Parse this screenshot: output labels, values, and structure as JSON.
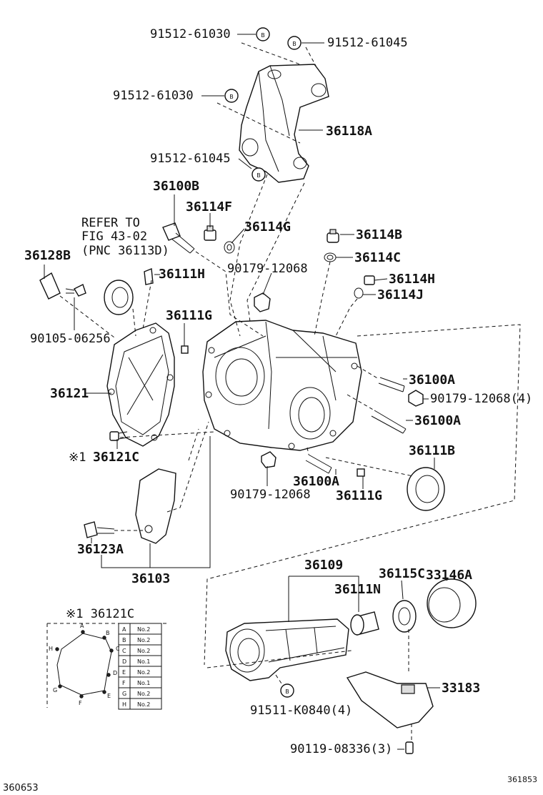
{
  "callouts": {
    "c_91512_61030_top": "91512-61030",
    "c_91512_61045_top": "91512-61045",
    "c_91512_61030_mid": "91512-61030",
    "c_36118A": "36118A",
    "c_91512_61045_low": "91512-61045",
    "c_36100B": "36100B",
    "c_36114F": "36114F",
    "c_36114G": "36114G",
    "c_36114B": "36114B",
    "c_refer1": "REFER TO",
    "c_refer2": "FIG 43-02",
    "c_refer3": "(PNC 36113D)",
    "c_36128B": "36128B",
    "c_36111H": "36111H",
    "c_90179_12068_a": "90179-12068",
    "c_36114C": "36114C",
    "c_36114H": "36114H",
    "c_36114J": "36114J",
    "c_90105_06256": "90105-06256",
    "c_36111G_a": "36111G",
    "c_36121": "36121",
    "c_36100A_a": "36100A",
    "c_90179_12068_4": "90179-12068(4)",
    "c_36100A_b": "36100A",
    "c_36121C": "36121C",
    "c_mark1": "※1",
    "c_36111B": "36111B",
    "c_36100A_c": "36100A",
    "c_90179_12068_b": "90179-12068",
    "c_36111G_b": "36111G",
    "c_36123A": "36123A",
    "c_36103": "36103",
    "c_36109": "36109",
    "c_33146A": "33146A",
    "c_36115C": "36115C",
    "c_36111N": "36111N",
    "c_33183": "33183",
    "c_91511_K0840": "91511-K0840(4)",
    "c_90119_08336": "90119-08336(3)"
  },
  "circle_marker": "B",
  "inset": {
    "title": "※1 36121C",
    "ring_letters": [
      "A",
      "B",
      "C",
      "D",
      "E",
      "F",
      "G",
      "H"
    ],
    "table": [
      {
        "pos": "A",
        "val": "No.2"
      },
      {
        "pos": "B",
        "val": "No.2"
      },
      {
        "pos": "C",
        "val": "No.2"
      },
      {
        "pos": "D",
        "val": "No.1"
      },
      {
        "pos": "E",
        "val": "No.2"
      },
      {
        "pos": "F",
        "val": "No.1"
      },
      {
        "pos": "G",
        "val": "No.2"
      },
      {
        "pos": "H",
        "val": "No.2"
      }
    ]
  },
  "footer": {
    "left_code": "360653",
    "right_code": "361853"
  }
}
